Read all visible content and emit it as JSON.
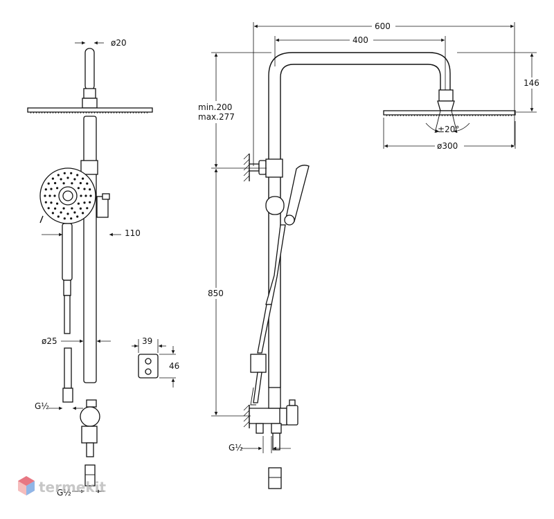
{
  "dimensions": {
    "total_width": "600",
    "arm_width": "400",
    "arm_height": "146",
    "height_range_min": "min.200",
    "height_range_max": "max.277",
    "shower_head_diameter": "ø300",
    "tilt_angle": "±20°",
    "bar_height": "850",
    "pipe_diameter_top": "ø20",
    "pipe_diameter_bottom": "ø25",
    "hand_shower_offset": "110",
    "bracket_width": "39",
    "bracket_height": "46",
    "thread_left": "G½",
    "thread_right": "G½",
    "thread_bottom": "G½"
  },
  "watermark": {
    "text": "termekit",
    "logo_colors": [
      "#e04a5a",
      "#6c9ee0",
      "#f2a7a7"
    ]
  }
}
